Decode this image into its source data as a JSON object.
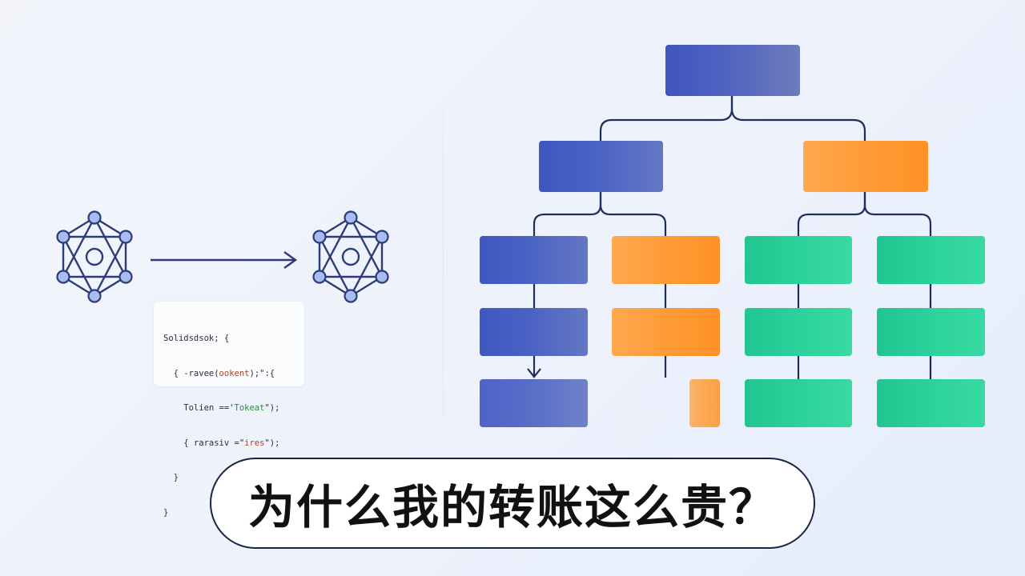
{
  "code_snippet": {
    "line1": "Solidsdsok; {",
    "line2a": "  { -ravee(",
    "line2b": "ookent",
    "line2c": ");\":{",
    "line3a": "    Tolien =='",
    "line3b": "Tokeat",
    "line3c": "\");",
    "line4a": "    { rarasiv =\"",
    "line4b": "ires",
    "line4c": "\");",
    "line5": "  }",
    "line6": "}"
  },
  "caption": {
    "text": "为什么我的转账这么贵？"
  },
  "colors": {
    "blue": "#4459c2",
    "orange": "#ff9a35",
    "green": "#2bcf97",
    "line": "#1f2d5c"
  }
}
